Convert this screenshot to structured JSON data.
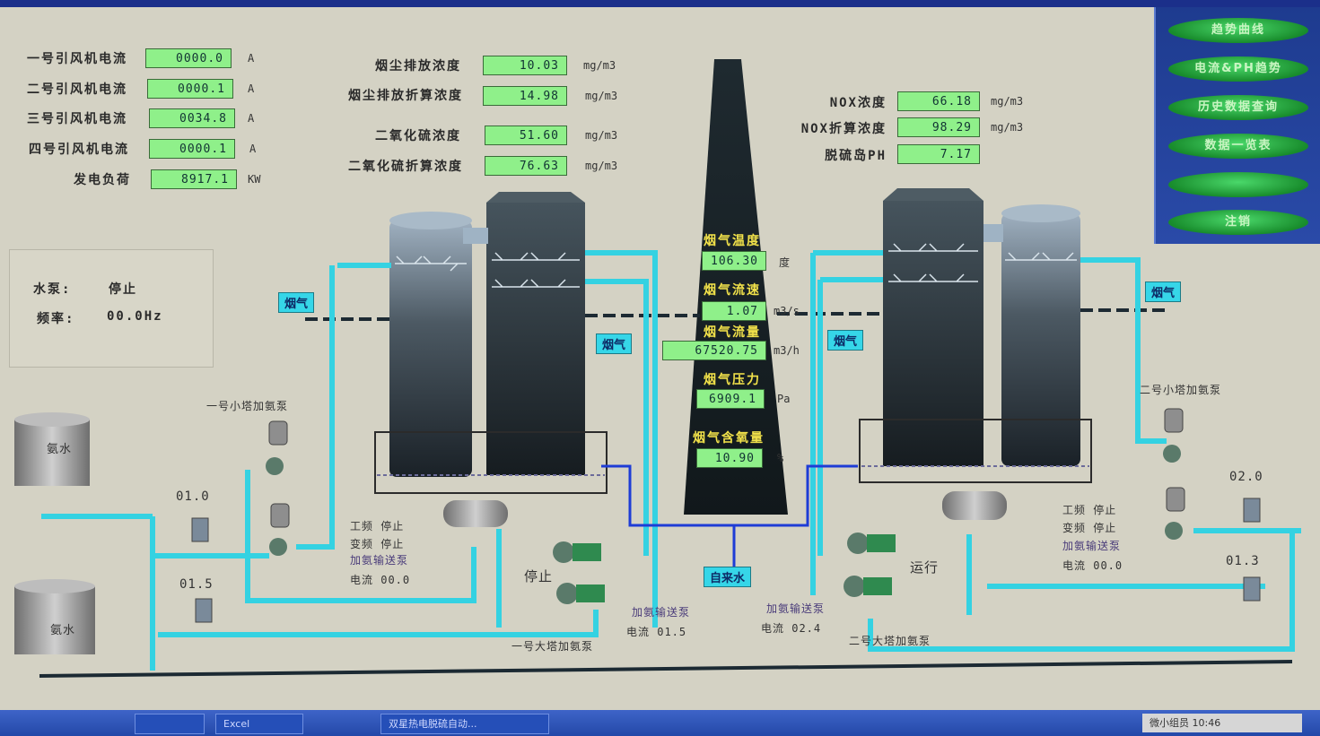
{
  "fan_readings": [
    {
      "label": "一号引风机电流",
      "value": "0000.0",
      "unit": "A"
    },
    {
      "label": "二号引风机电流",
      "value": "0000.1",
      "unit": "A"
    },
    {
      "label": "三号引风机电流",
      "value": "0034.8",
      "unit": "A"
    },
    {
      "label": "四号引风机电流",
      "value": "0000.1",
      "unit": "A"
    },
    {
      "label": "发电负荷",
      "value": "8917.1",
      "unit": "KW"
    }
  ],
  "dust_so2": [
    {
      "label": "烟尘排放浓度",
      "value": "10.03",
      "unit": "mg/m3"
    },
    {
      "label": "烟尘排放折算浓度",
      "value": "14.98",
      "unit": "mg/m3"
    },
    {
      "label": "二氧化硫浓度",
      "value": "51.60",
      "unit": "mg/m3"
    },
    {
      "label": "二氧化硫折算浓度",
      "value": "76.63",
      "unit": "mg/m3"
    }
  ],
  "nox": [
    {
      "label": "NOX浓度",
      "value": "66.18",
      "unit": "mg/m3"
    },
    {
      "label": "NOX折算浓度",
      "value": "98.29",
      "unit": "mg/m3"
    },
    {
      "label": "脱硫岛PH",
      "value": "7.17",
      "unit": ""
    }
  ],
  "menu": [
    "趋势曲线",
    "电流&PH趋势",
    "历史数据查询",
    "数据一览表",
    "",
    "注销"
  ],
  "stack": [
    {
      "label": "烟气温度",
      "value": "106.30",
      "unit": "度"
    },
    {
      "label": "烟气流速",
      "value": "1.07",
      "unit": "m3/s"
    },
    {
      "label": "烟气流量",
      "value": "67520.75",
      "unit": "m3/h"
    },
    {
      "label": "烟气压力",
      "value": "6909.1",
      "unit": "Pa"
    },
    {
      "label": "烟气含氧量",
      "value": "10.90",
      "unit": "%"
    }
  ],
  "water_pump": {
    "status_label": "水泵:",
    "status": "停止",
    "freq_label": "频率:",
    "freq": "00.0Hz"
  },
  "flue_tags": [
    "烟气",
    "烟气",
    "烟气",
    "烟气"
  ],
  "tank_labels": [
    "氨水",
    "氨水"
  ],
  "tap_water": "自来水",
  "pump_titles": {
    "small1": "一号小塔加氨泵",
    "small2": "二号小塔加氨泵",
    "big1": "一号大塔加氨泵",
    "big2": "二号大塔加氨泵"
  },
  "left_pump_info": [
    "工频  停止",
    "变频  停止",
    "加氨输送泵",
    "电流 00.0"
  ],
  "right_pump_info": [
    "工频  停止",
    "变频  停止",
    "加氨输送泵",
    "电流 00.0"
  ],
  "left_transfer": [
    "加氨输送泵",
    "电流 01.5"
  ],
  "right_transfer": [
    "加氨输送泵",
    "电流 02.4"
  ],
  "flow_values": {
    "a": "01.0",
    "b": "01.5",
    "c": "02.0",
    "d": "01.3"
  },
  "status_left": "停止",
  "status_right": "运行",
  "taskbar": {
    "items": [
      "",
      "Excel",
      "双星热电脱硫自动..."
    ],
    "tray": "微小组员 10:46"
  },
  "colors": {
    "pipe": "#34d2e2",
    "value_bg": "#8ff08a",
    "menu_bg": "#1e3b8f",
    "menu_btn": "#188c2c"
  }
}
